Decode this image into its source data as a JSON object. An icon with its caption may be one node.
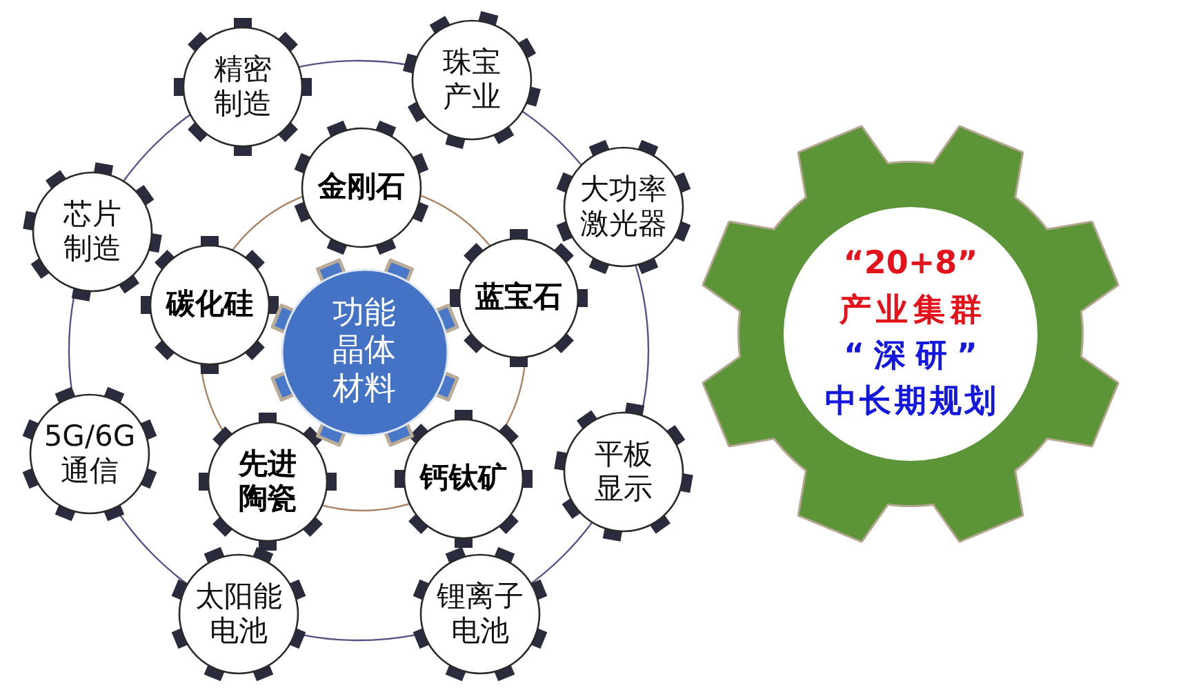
{
  "diagram": {
    "nodes": [
      {
        "text": [
          "功能晶体材料"
        ]
      },
      {
        "text": [
          "金刚石"
        ]
      },
      {
        "text": [
          "蓝宝石"
        ]
      },
      {
        "text": [
          "钙钛矿"
        ]
      },
      {
        "text": [
          "先进陶瓷"
        ]
      },
      {
        "text": [
          "碳化硅"
        ]
      },
      {
        "text": [
          "精密制造"
        ]
      },
      {
        "text": [
          "珠宝产业"
        ]
      },
      {
        "text": [
          "大功率激光器"
        ]
      },
      {
        "text": [
          "平板显示"
        ]
      },
      {
        "text": [
          "锂离子电池"
        ]
      },
      {
        "text": [
          "太阳能电池"
        ]
      },
      {
        "text": [
          "5G/6G通信"
        ]
      },
      {
        "text": [
          "芯片制造"
        ]
      },
      {
        "text": [
          "“20+8”",
          "产业集群",
          "“深研”",
          "中长期规划"
        ]
      }
    ]
  }
}
